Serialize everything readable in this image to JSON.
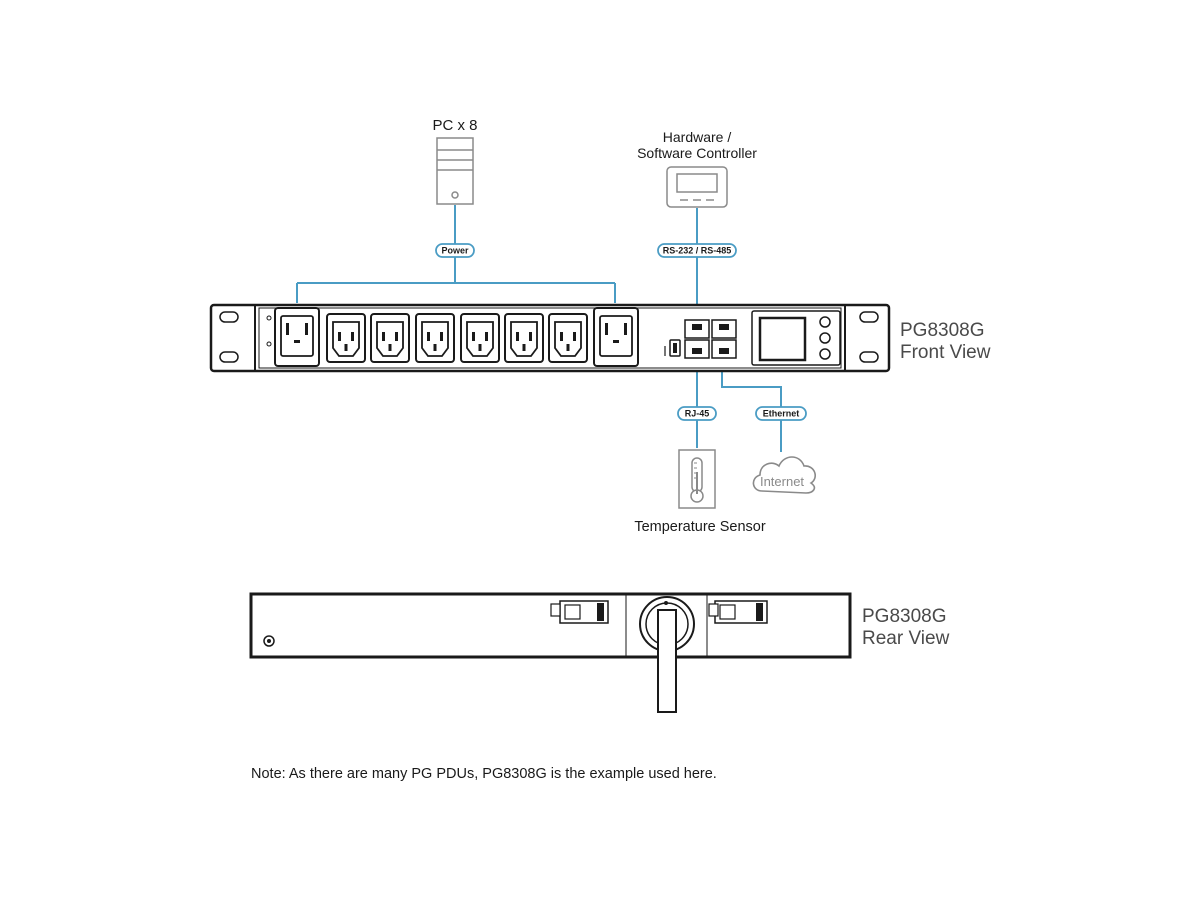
{
  "devices": {
    "pc": {
      "label": "PC x 8",
      "icon": "pc-tower-icon"
    },
    "controller": {
      "label_line1": "Hardware /",
      "label_line2": "Software Controller",
      "icon": "controller-monitor-icon"
    },
    "sensor": {
      "label": "Temperature Sensor",
      "icon": "thermometer-icon"
    },
    "internet": {
      "label": "Internet",
      "icon": "cloud-icon"
    }
  },
  "connections": {
    "power": "Power",
    "serial": "RS-232 / RS-485",
    "rj45": "RJ-45",
    "ethernet": "Ethernet"
  },
  "pdu": {
    "front_model": "PG8308G",
    "front_view": "Front View",
    "rear_model": "PG8308G",
    "rear_view": "Rear View"
  },
  "note": "Note: As there are many PG PDUs, PG8308G is the example used here.",
  "colors": {
    "connector_line": "#4a9cc4",
    "outline": "#1a1a1a",
    "icon_gray": "#8a8a8a"
  }
}
